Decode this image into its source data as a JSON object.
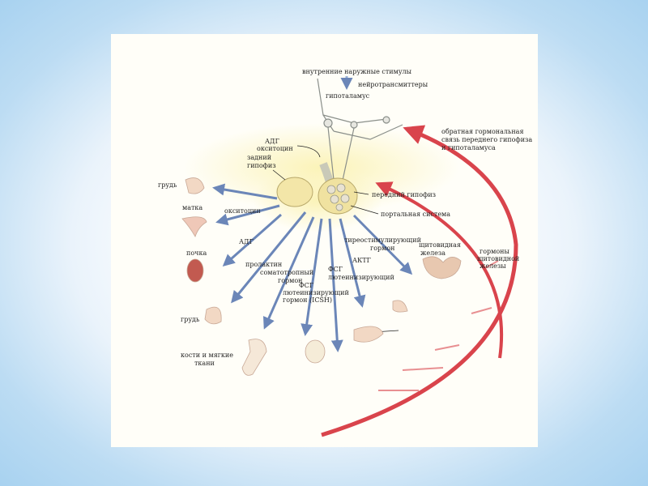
{
  "labels": {
    "stimuli": "внутренние  наружные стимулы",
    "neurotransmitters": "нейротрансмиттеры",
    "hypothalamus": "гипоталамус",
    "feedback_1": "обратная гормональная",
    "feedback_2": "связь переднего гипофиза",
    "feedback_3": "и гипоталамуса",
    "adg_top": "АДГ",
    "oxytocin_top": "окситоцин",
    "posterior_1": "задний",
    "posterior_2": "гипофиз",
    "anterior": "передний гипофиз",
    "portal": "портальная система",
    "breast_top": "грудь",
    "uterus": "матка",
    "oxytocin": "окситоцин",
    "adg": "АДГ",
    "kidney": "почка",
    "prolactin": "пролактин",
    "somatotropic_1": "соматотропный",
    "somatotropic_2": "гормон",
    "fsg_1": "ФСГ",
    "fsg_2": "лютеинизирующий",
    "fsg_icsh_1": "ФСГ",
    "fsg_icsh_2": "лютеинизирующий",
    "fsg_icsh_3": "гормон (ICSH)",
    "tsh_1": "тиреостимулирующий",
    "tsh_2": "гормон",
    "actg": "АКТГ",
    "thyroid_1": "щитовидная",
    "thyroid_2": "железа",
    "thyroid_hormones_1": "гормоны",
    "thyroid_hormones_2": "щитовидной",
    "thyroid_hormones_3": "железы",
    "breast": "грудь",
    "bones_1": "кости и мягкие",
    "bones_2": "ткани"
  },
  "colors": {
    "blue_arrow": "#6b86b8",
    "red_arrow": "#d9444c",
    "halo": "#f8f0b0",
    "gland": "#f3e6a8",
    "organ": "#f2d8c4"
  }
}
